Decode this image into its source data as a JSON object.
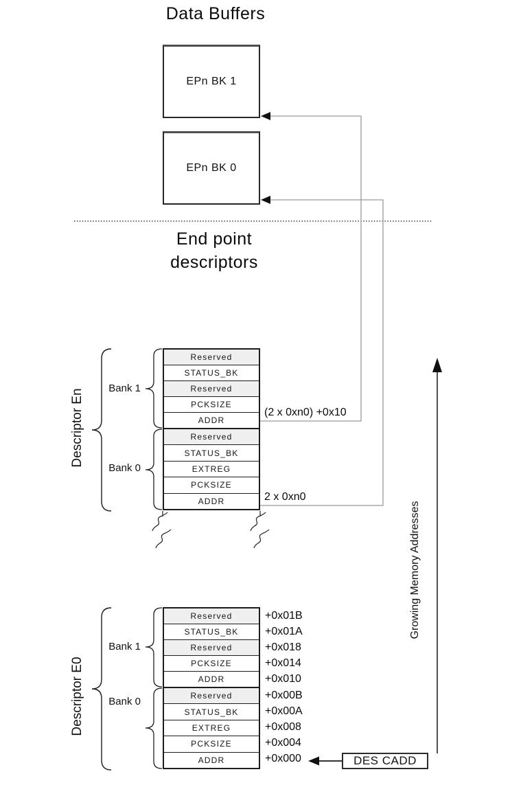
{
  "titles": {
    "data_buffers": "Data Buffers",
    "endpoint_line1": "End point",
    "endpoint_line2": "descriptors"
  },
  "buffers": {
    "bk1": "EPn BK 1",
    "bk0": "EPn BK 0"
  },
  "descriptor_en": {
    "name": "Descriptor En",
    "bank1_label": "Bank 1",
    "bank0_label": "Bank 0",
    "bank1_rows": [
      {
        "label": "Reserved",
        "shaded": true
      },
      {
        "label": "STATUS_BK",
        "shaded": false
      },
      {
        "label": "Reserved",
        "shaded": true
      },
      {
        "label": "PCKSIZE",
        "shaded": false
      },
      {
        "label": "ADDR",
        "shaded": false
      }
    ],
    "bank0_rows": [
      {
        "label": "Reserved",
        "shaded": true
      },
      {
        "label": "STATUS_BK",
        "shaded": false
      },
      {
        "label": "EXTREG",
        "shaded": false
      },
      {
        "label": "PCKSIZE",
        "shaded": false
      },
      {
        "label": "ADDR",
        "shaded": false
      }
    ],
    "bank1_addr_offset": "(2 x 0xn0) +0x10",
    "bank0_addr_offset": "2 x 0xn0"
  },
  "descriptor_e0": {
    "name": "Descriptor E0",
    "bank1_label": "Bank 1",
    "bank0_label": "Bank 0",
    "bank1_rows": [
      {
        "label": "Reserved",
        "offset": "+0x01B",
        "shaded": true
      },
      {
        "label": "STATUS_BK",
        "offset": "+0x01A",
        "shaded": false
      },
      {
        "label": "Reserved",
        "offset": "+0x018",
        "shaded": true
      },
      {
        "label": "PCKSIZE",
        "offset": "+0x014",
        "shaded": false
      },
      {
        "label": "ADDR",
        "offset": "+0x010",
        "shaded": false
      }
    ],
    "bank0_rows": [
      {
        "label": "Reserved",
        "offset": "+0x00B",
        "shaded": true
      },
      {
        "label": "STATUS_BK",
        "offset": "+0x00A",
        "shaded": false
      },
      {
        "label": "EXTREG",
        "offset": "+0x008",
        "shaded": false
      },
      {
        "label": "PCKSIZE",
        "offset": "+0x004",
        "shaded": false
      },
      {
        "label": "ADDR",
        "offset": "+0x000",
        "shaded": false
      }
    ]
  },
  "axis_label": "Growing Memory Addresses",
  "pointer_label": "DES CADD",
  "colors": {
    "line_dark": "#1c1c1c",
    "connector_gray": "#9a9a9a",
    "shaded_row": "#efefef"
  }
}
